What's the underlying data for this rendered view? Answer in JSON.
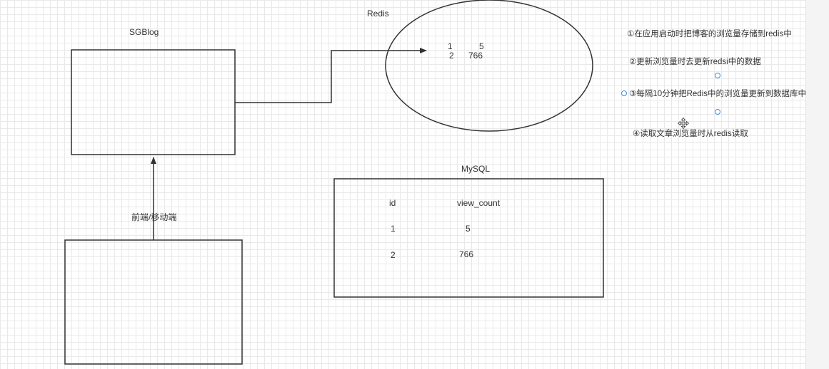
{
  "colors": {
    "stroke": "#333333",
    "text": "#333333",
    "handle": "#3a8ee6"
  },
  "diagram": {
    "sgblog": {
      "label": "SGBlog"
    },
    "redis": {
      "label": "Redis",
      "rows": [
        {
          "id": "1",
          "value": "5"
        },
        {
          "id": "2",
          "value": "766"
        }
      ]
    },
    "frontend": {
      "label": "前端/移动端"
    },
    "mysql": {
      "label": "MySQL",
      "columns": [
        "id",
        "view_count"
      ],
      "rows": [
        {
          "id": "1",
          "view_count": "5"
        },
        {
          "id": "2",
          "view_count": "766"
        }
      ]
    },
    "steps": [
      "①在应用启动时把博客的浏览量存储到redis中",
      "②更新浏览量时去更新redsi中的数据",
      "③每隔10分钟把Redis中的浏览量更新到数据库中",
      "④读取文章浏览量时从redis读取"
    ],
    "icons": {
      "selected_text_move": "move-icon",
      "selection_handle": "selection-handle-icon"
    }
  }
}
